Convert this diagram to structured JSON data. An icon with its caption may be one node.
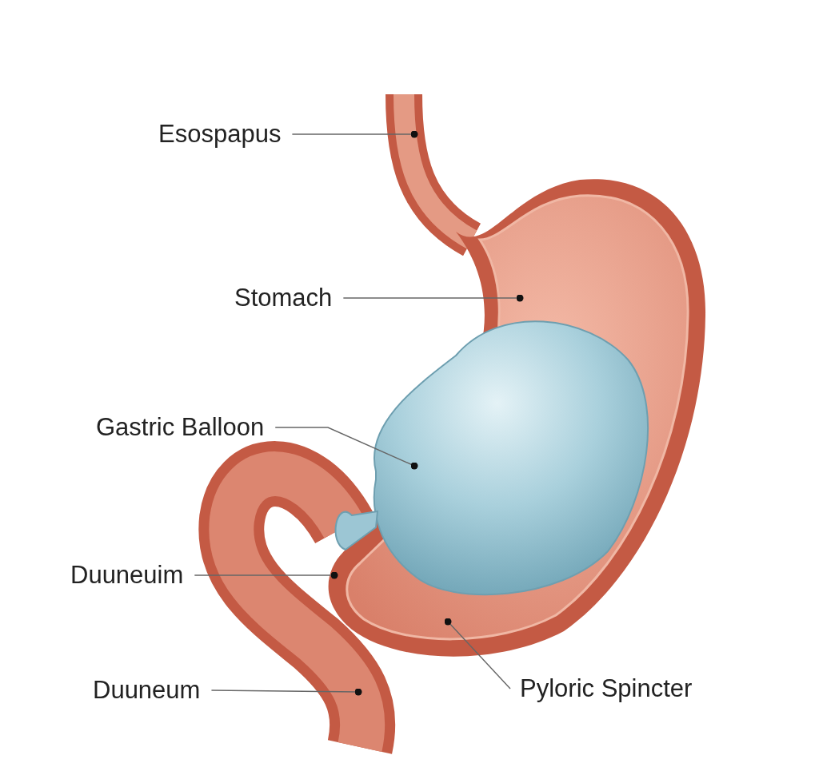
{
  "diagram": {
    "nodes": [
      {
        "text": [
          "Esospapus"
        ]
      },
      {
        "text": [
          "Stomach"
        ]
      },
      {
        "text": [
          "Gastric Balloon"
        ]
      },
      {
        "text": [
          "Duuneuim"
        ]
      },
      {
        "text": [
          "Duuneum"
        ]
      },
      {
        "text": [
          "Pyloric Spincter"
        ]
      }
    ],
    "edges": [
      {
        "from": 0,
        "to": null,
        "arrow": "other"
      },
      {
        "from": 1,
        "to": null,
        "arrow": "other"
      },
      {
        "from": 2,
        "to": null,
        "arrow": "other"
      },
      {
        "from": 3,
        "to": null,
        "arrow": "other"
      },
      {
        "from": 4,
        "to": null,
        "arrow": "other"
      },
      {
        "from": 5,
        "to": null,
        "arrow": "other"
      }
    ]
  }
}
